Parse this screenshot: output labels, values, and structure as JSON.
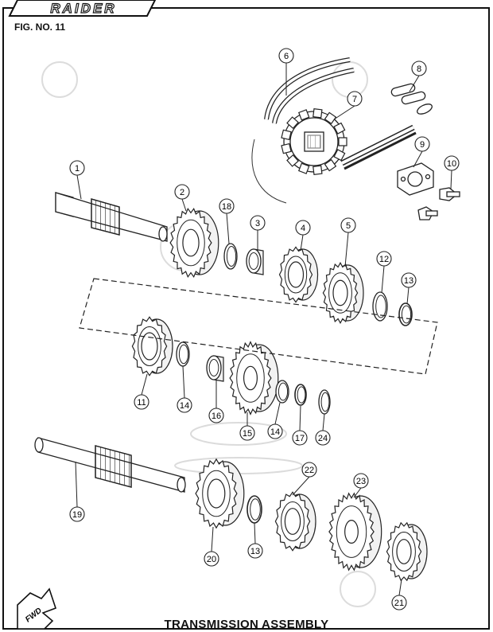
{
  "header": {
    "brand_logo": "RAIDER",
    "figure_number": "FIG. NO. 11"
  },
  "footer": {
    "title": "TRANSMISSION ASSEMBLY",
    "direction_indicator": "FWD"
  },
  "callouts": [
    {
      "id": "1",
      "label": "1"
    },
    {
      "id": "2",
      "label": "2"
    },
    {
      "id": "3",
      "label": "3"
    },
    {
      "id": "4",
      "label": "4"
    },
    {
      "id": "5",
      "label": "5"
    },
    {
      "id": "6",
      "label": "6"
    },
    {
      "id": "7",
      "label": "7"
    },
    {
      "id": "8",
      "label": "8"
    },
    {
      "id": "9",
      "label": "9"
    },
    {
      "id": "10",
      "label": "10"
    },
    {
      "id": "11",
      "label": "11"
    },
    {
      "id": "12",
      "label": "12"
    },
    {
      "id": "13a",
      "label": "13"
    },
    {
      "id": "13b",
      "label": "13"
    },
    {
      "id": "14a",
      "label": "14"
    },
    {
      "id": "14b",
      "label": "14"
    },
    {
      "id": "15",
      "label": "15"
    },
    {
      "id": "16",
      "label": "16"
    },
    {
      "id": "17",
      "label": "17"
    },
    {
      "id": "18",
      "label": "18"
    },
    {
      "id": "19",
      "label": "19"
    },
    {
      "id": "20",
      "label": "20"
    },
    {
      "id": "21",
      "label": "21"
    },
    {
      "id": "22",
      "label": "22"
    },
    {
      "id": "23",
      "label": "23"
    },
    {
      "id": "24",
      "label": "24"
    }
  ],
  "colors": {
    "line": "#222222",
    "gear_fill": "#f2f2f2",
    "watermark": "#d8d8d8"
  }
}
